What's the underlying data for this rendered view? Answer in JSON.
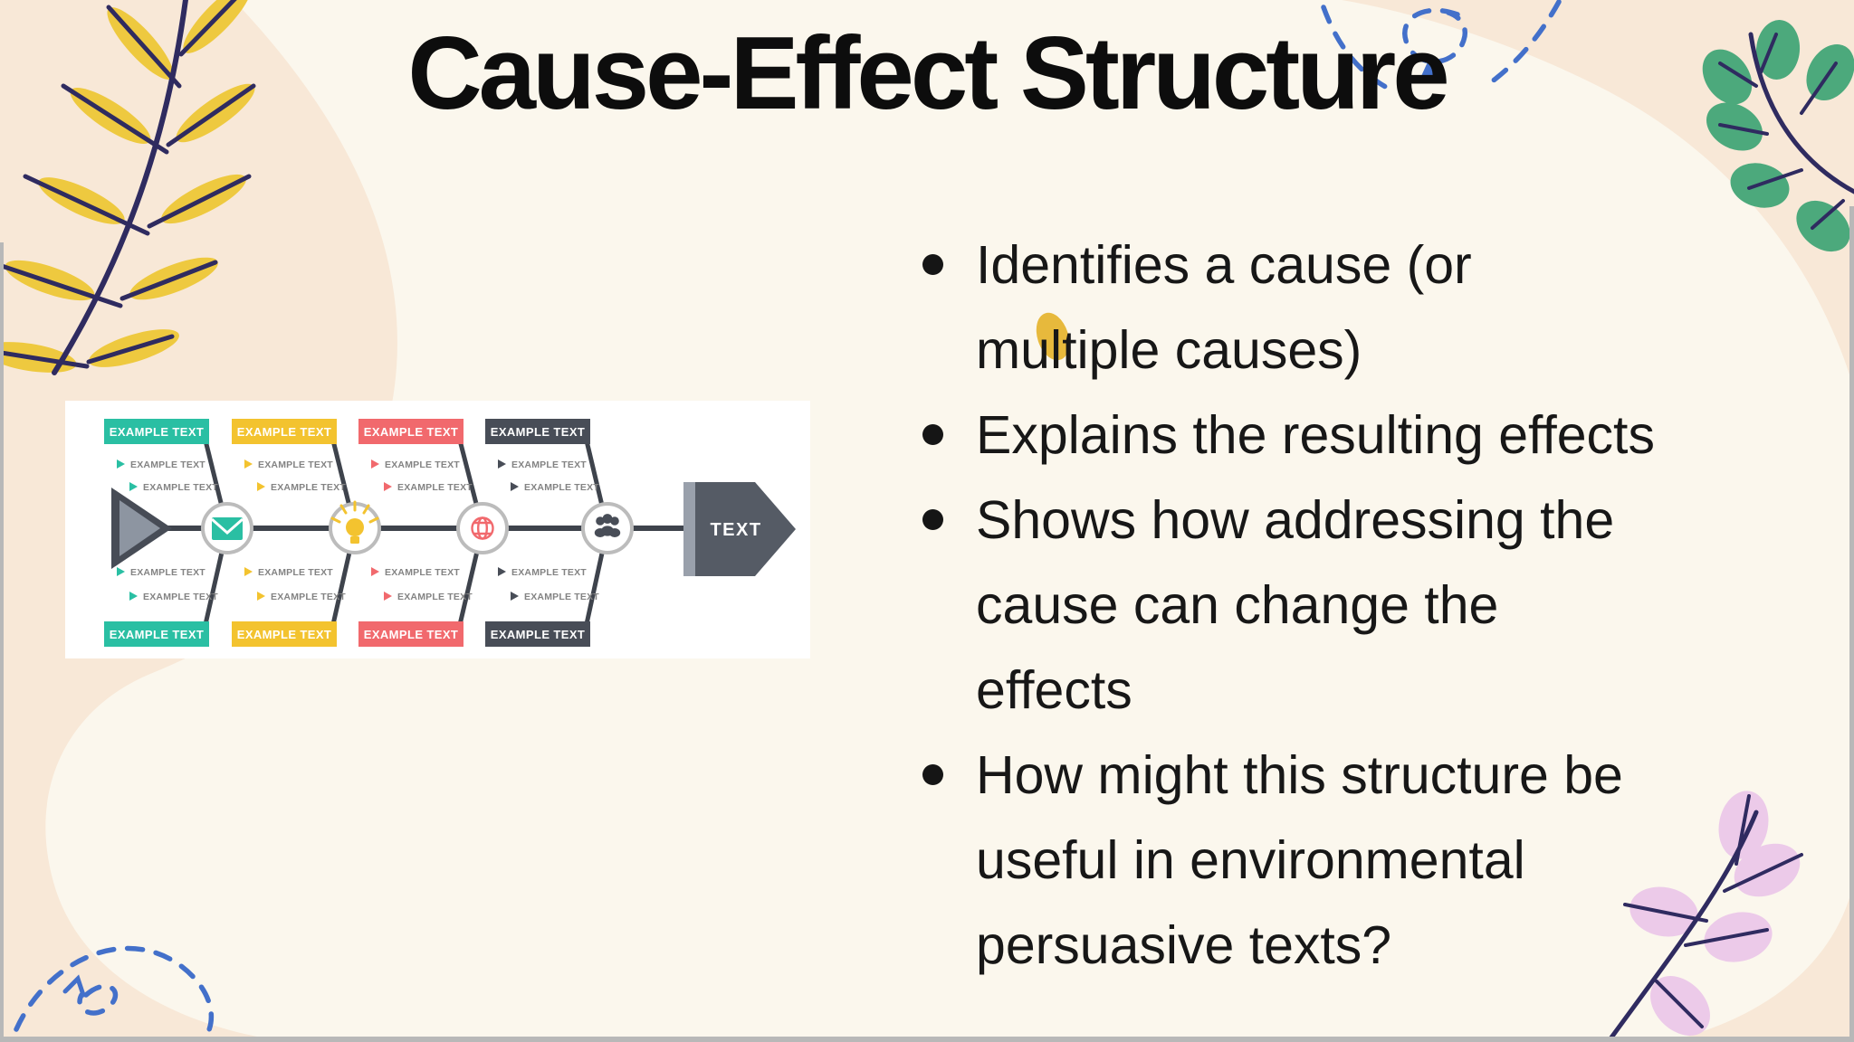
{
  "slide": {
    "title": "Cause-Effect Structure",
    "bullets": [
      {
        "lines": [
          "Identifies a cause (or",
          "multiple causes)"
        ]
      },
      {
        "lines": [
          "Explains the resulting effects"
        ]
      },
      {
        "lines": [
          "Shows how addressing the",
          "cause can change the",
          "effects"
        ]
      },
      {
        "lines": [
          "How might this structure be",
          "useful in environmental",
          "persuasive texts?"
        ]
      }
    ]
  },
  "diagram": {
    "example_label": "EXAMPLE TEXT",
    "head_label": "TEXT",
    "columns": [
      {
        "name": "teal",
        "color": "#2abfa3",
        "icon": "envelope-icon"
      },
      {
        "name": "yellow",
        "color": "#f3c32f",
        "icon": "lightbulb-icon"
      },
      {
        "name": "red",
        "color": "#f1696d",
        "icon": "globe-icon"
      },
      {
        "name": "dark-gray",
        "color": "#484d57",
        "icon": "people-icon"
      }
    ],
    "spine_color": "#3e434c",
    "circle_ring_color": "#bcbcbc",
    "tail_outline_color": "#474c56",
    "tail_fill_color": "#8d95a1",
    "head_fill_color": "#555b65",
    "head_strip_color": "#99a0ab",
    "sub_item_text_color": "#838383",
    "panel_background": "#ffffff"
  },
  "decorations": {
    "background_base_color": "#f8e8d7",
    "background_blob_color": "#fbf7ed",
    "leaf_yellow": "#eec93f",
    "leaf_green": "#4ca97c",
    "leaf_pink": "#eccae9",
    "stem_navy": "#2f2b60",
    "doodle_blue": "#4370ca",
    "paint_dab_yellow": "#e7b93c",
    "edge_gray": "#b8b8b8"
  }
}
